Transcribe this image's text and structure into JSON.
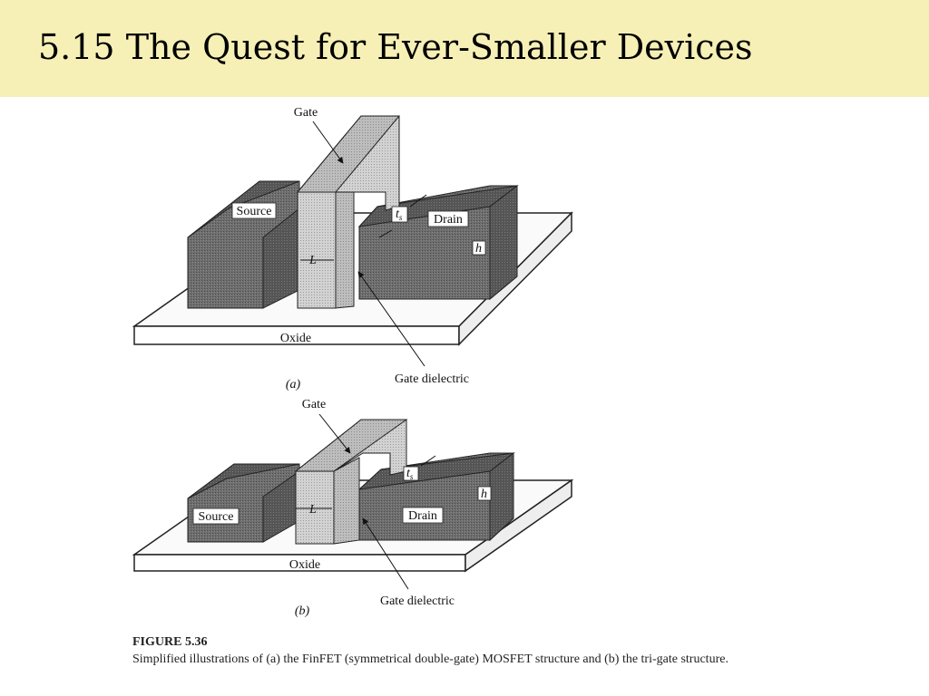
{
  "slide": {
    "title": "5.15 The Quest for Ever-Smaller Devices",
    "background_title": "#f6f0b6"
  },
  "figure_a": {
    "gate": "Gate",
    "source": "Source",
    "drain": "Drain",
    "length": "L",
    "ts": "t",
    "ts_sub": "s",
    "height": "h",
    "oxide": "Oxide",
    "gate_dielectric": "Gate dielectric",
    "panel": "(a)"
  },
  "figure_b": {
    "gate": "Gate",
    "source": "Source",
    "drain": "Drain",
    "length": "L",
    "ts": "t",
    "ts_sub": "s",
    "height": "h",
    "oxide": "Oxide",
    "gate_dielectric": "Gate dielectric",
    "panel": "(b)"
  },
  "caption": {
    "heading": "FIGURE 5.36",
    "text": "Simplified illustrations of (a) the FinFET (symmetrical double-gate) MOSFET structure and (b) the tri-gate structure."
  }
}
